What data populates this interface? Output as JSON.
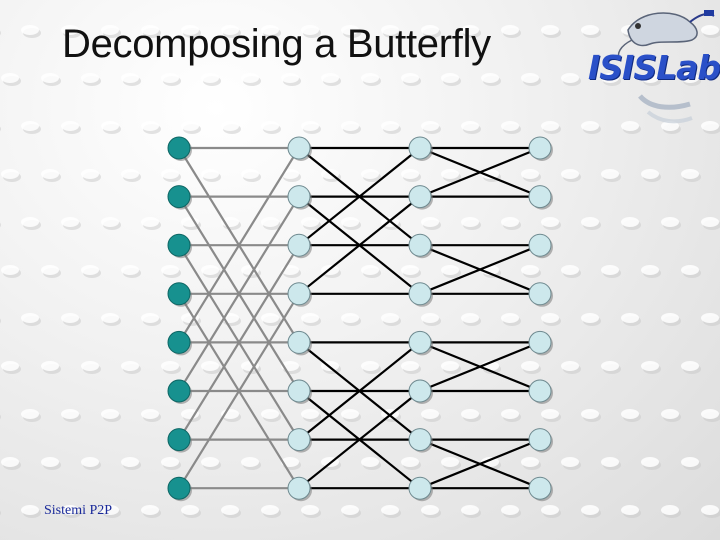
{
  "slide": {
    "title": "Decomposing a Butterfly",
    "footer": "Sistemi P2P",
    "logo_text": "ISISLab"
  },
  "colors": {
    "input_node": "#17918f",
    "stage_node": "#cde8ec",
    "edge_gray": "#8a8a8a",
    "edge_black": "#000000",
    "title": "#111111",
    "footer": "#1a2a9a",
    "logo": "#2a50c8"
  },
  "icons": {
    "logo_mark": "rodent-with-cable-icon"
  },
  "diagram": {
    "columns": 4,
    "nodes_per_column": 8,
    "input_edges": [
      [
        0,
        0
      ],
      [
        0,
        4
      ],
      [
        1,
        1
      ],
      [
        1,
        5
      ],
      [
        2,
        2
      ],
      [
        2,
        6
      ],
      [
        3,
        3
      ],
      [
        3,
        7
      ],
      [
        4,
        0
      ],
      [
        4,
        4
      ],
      [
        5,
        1
      ],
      [
        5,
        5
      ],
      [
        6,
        2
      ],
      [
        6,
        6
      ],
      [
        7,
        3
      ],
      [
        7,
        7
      ]
    ],
    "stage2_edges": [
      [
        0,
        0
      ],
      [
        0,
        2
      ],
      [
        1,
        1
      ],
      [
        1,
        3
      ],
      [
        2,
        0
      ],
      [
        2,
        2
      ],
      [
        3,
        1
      ],
      [
        3,
        3
      ],
      [
        4,
        4
      ],
      [
        4,
        6
      ],
      [
        5,
        5
      ],
      [
        5,
        7
      ],
      [
        6,
        4
      ],
      [
        6,
        6
      ],
      [
        7,
        5
      ],
      [
        7,
        7
      ]
    ],
    "stage3_edges": [
      [
        0,
        0
      ],
      [
        0,
        1
      ],
      [
        1,
        0
      ],
      [
        1,
        1
      ],
      [
        2,
        2
      ],
      [
        2,
        3
      ],
      [
        3,
        2
      ],
      [
        3,
        3
      ],
      [
        4,
        4
      ],
      [
        4,
        5
      ],
      [
        5,
        4
      ],
      [
        5,
        5
      ],
      [
        6,
        6
      ],
      [
        6,
        7
      ],
      [
        7,
        6
      ],
      [
        7,
        7
      ]
    ]
  }
}
